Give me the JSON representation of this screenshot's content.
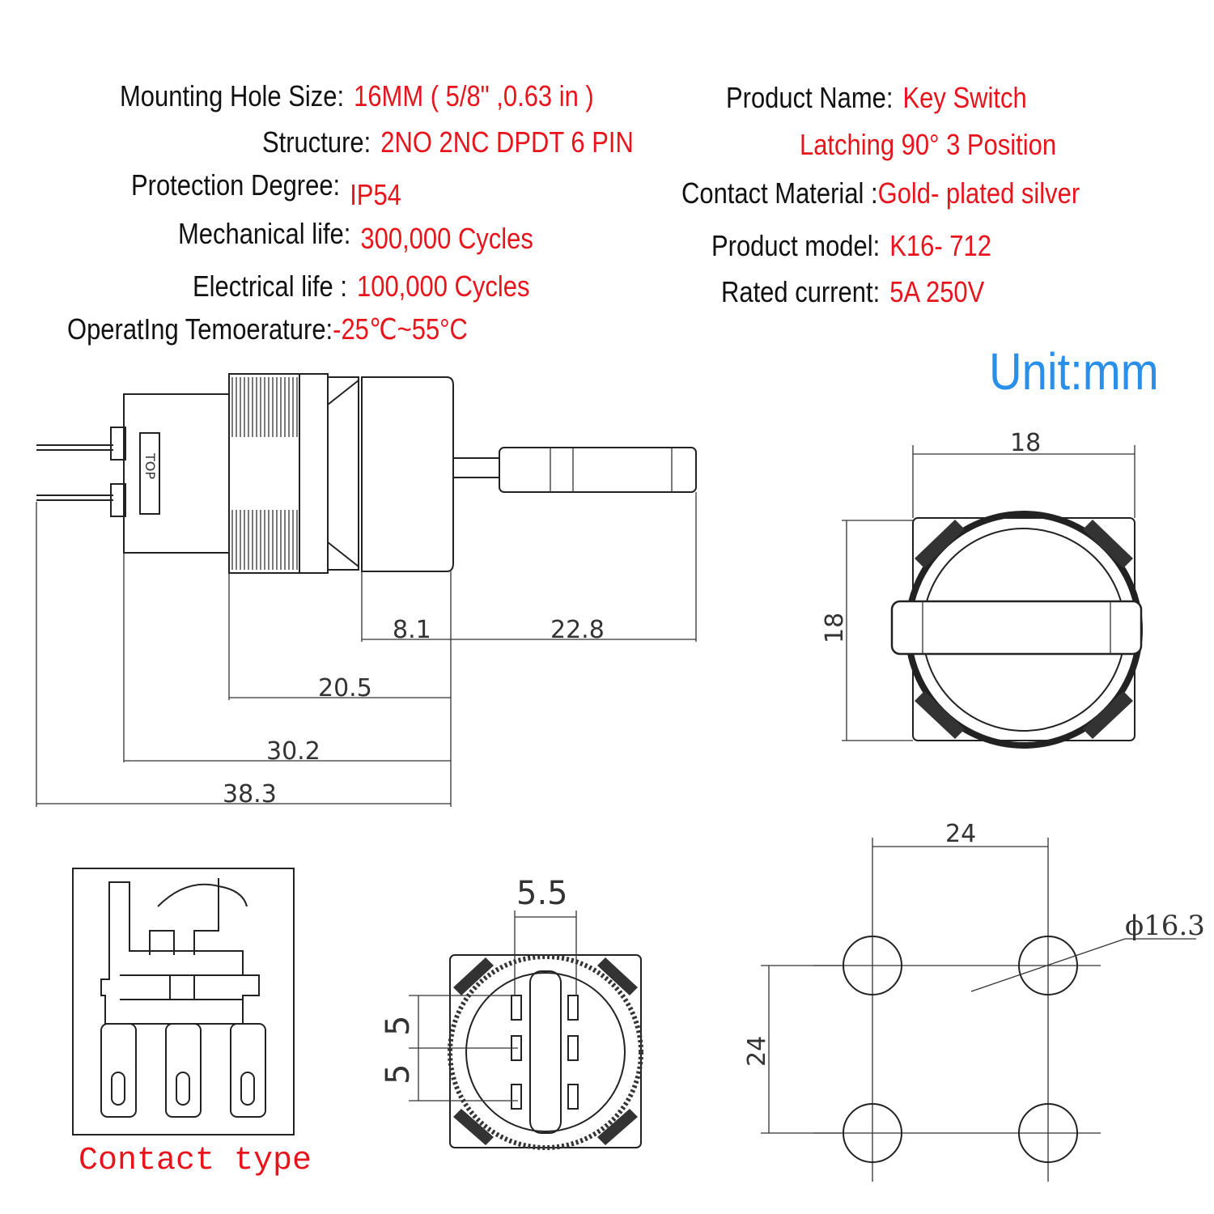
{
  "specs_left": [
    {
      "label": "Mounting Hole  Size:",
      "value": "16MM ( 5/8\" ,0.63 in )"
    },
    {
      "label": "Structure:",
      "value": "2NO  2NC DPDT  6 PIN"
    },
    {
      "label": "Protection  Degree:",
      "value": "IP54"
    },
    {
      "label": "Mechanical life:",
      "value": "300,000 Cycles"
    },
    {
      "label": "Electrical  life :",
      "value": "100,000 Cycles"
    },
    {
      "label": "OperatIng Temoerature:",
      "value": "-25℃~55°C"
    }
  ],
  "specs_right": [
    {
      "label": "Product Name:",
      "value": "Key Switch"
    },
    {
      "label": "",
      "value": "Latching  90°  3 Position"
    },
    {
      "label": "Contact Material  :",
      "value": "Gold- plated silver"
    },
    {
      "label": "Product model:",
      "value": "K16- 712"
    },
    {
      "label": "Rated  current:",
      "value": "5A  250V"
    }
  ],
  "unit": "Unit:mm",
  "side_view": {
    "top_marking": "TOP",
    "dims": {
      "cap": "8.1",
      "handle": "22.8",
      "front": "20.5",
      "body": "30.2",
      "overall": "38.3"
    }
  },
  "front_view": {
    "width": "18",
    "height": "18"
  },
  "bottom_view": {
    "pin_spacing_x": "5.5",
    "pin_spacing_y1": "5",
    "pin_spacing_y2": "5"
  },
  "hole_pattern": {
    "spacing_x": "24",
    "spacing_y": "24",
    "hole_diameter": "ϕ16.3"
  },
  "contact_type_label": "Contact  type",
  "colors": {
    "label": "#111111",
    "value": "#e8141c",
    "unit": "#2a8fe8"
  }
}
